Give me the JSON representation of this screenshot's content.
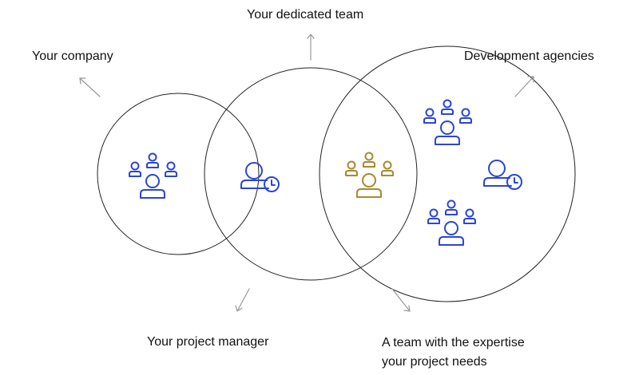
{
  "labels": {
    "your_company": "Your company",
    "dedicated_team": "Your dedicated team",
    "development_agencies": "Development agencies",
    "project_manager": "Your project manager",
    "expertise_line1": "A team with the expertise",
    "expertise_line2": "your project needs"
  },
  "colors": {
    "blue": "#2b45d8",
    "gold": "#a8892f",
    "circle_stroke": "#222222",
    "arrow": "#999999",
    "text": "#111111"
  },
  "icons": {
    "company": "team-group-icon",
    "pm": "user-clock-icon",
    "overlap": "team-group-icon",
    "agency_team_top": "team-group-icon",
    "agency_pm": "user-clock-icon",
    "agency_team_bottom": "team-group-icon"
  }
}
